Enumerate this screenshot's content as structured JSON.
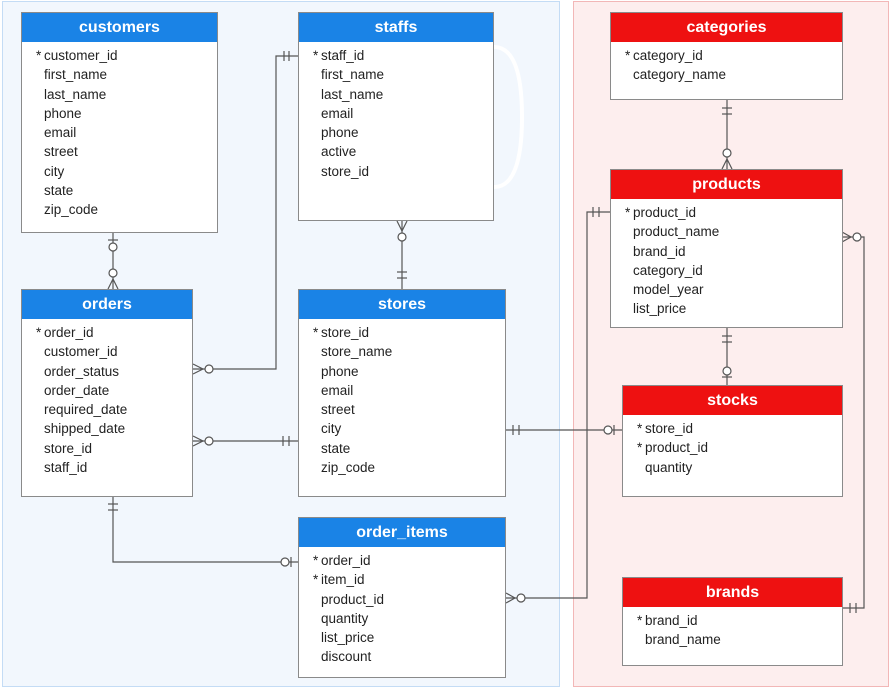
{
  "tables": {
    "customers": {
      "name": "customers",
      "columns": [
        {
          "label": "customer_id",
          "pk": true
        },
        {
          "label": "first_name"
        },
        {
          "label": "last_name"
        },
        {
          "label": "phone"
        },
        {
          "label": "email"
        },
        {
          "label": "street"
        },
        {
          "label": "city"
        },
        {
          "label": "state"
        },
        {
          "label": "zip_code"
        }
      ]
    },
    "staffs": {
      "name": "staffs",
      "columns": [
        {
          "label": "staff_id",
          "pk": true
        },
        {
          "label": "first_name"
        },
        {
          "label": "last_name"
        },
        {
          "label": "email"
        },
        {
          "label": "phone"
        },
        {
          "label": "active"
        },
        {
          "label": "store_id"
        }
      ]
    },
    "orders": {
      "name": "orders",
      "columns": [
        {
          "label": "order_id",
          "pk": true
        },
        {
          "label": "customer_id"
        },
        {
          "label": "order_status"
        },
        {
          "label": "order_date"
        },
        {
          "label": "required_date"
        },
        {
          "label": "shipped_date"
        },
        {
          "label": "store_id"
        },
        {
          "label": "staff_id"
        }
      ]
    },
    "stores": {
      "name": "stores",
      "columns": [
        {
          "label": "store_id",
          "pk": true
        },
        {
          "label": "store_name"
        },
        {
          "label": "phone"
        },
        {
          "label": "email"
        },
        {
          "label": "street"
        },
        {
          "label": "city"
        },
        {
          "label": "state"
        },
        {
          "label": "zip_code"
        }
      ]
    },
    "order_items": {
      "name": "order_items",
      "columns": [
        {
          "label": "order_id",
          "pk": true
        },
        {
          "label": "item_id",
          "pk": true
        },
        {
          "label": "product_id"
        },
        {
          "label": "quantity"
        },
        {
          "label": "list_price"
        },
        {
          "label": "discount"
        }
      ]
    },
    "categories": {
      "name": "categories",
      "columns": [
        {
          "label": "category_id",
          "pk": true
        },
        {
          "label": "category_name"
        }
      ]
    },
    "products": {
      "name": "products",
      "columns": [
        {
          "label": "product_id",
          "pk": true
        },
        {
          "label": "product_name"
        },
        {
          "label": "brand_id"
        },
        {
          "label": "category_id"
        },
        {
          "label": "model_year"
        },
        {
          "label": "list_price"
        }
      ]
    },
    "stocks": {
      "name": "stocks",
      "columns": [
        {
          "label": "store_id",
          "pk": true
        },
        {
          "label": "product_id",
          "pk": true
        },
        {
          "label": "quantity"
        }
      ]
    },
    "brands": {
      "name": "brands",
      "columns": [
        {
          "label": "brand_id",
          "pk": true
        },
        {
          "label": "brand_name"
        }
      ]
    }
  },
  "colors": {
    "sales_header": "#1a83e6",
    "production_header": "#ee1111",
    "sales_region": "#f2f7fd",
    "production_region": "#fdeeee"
  }
}
